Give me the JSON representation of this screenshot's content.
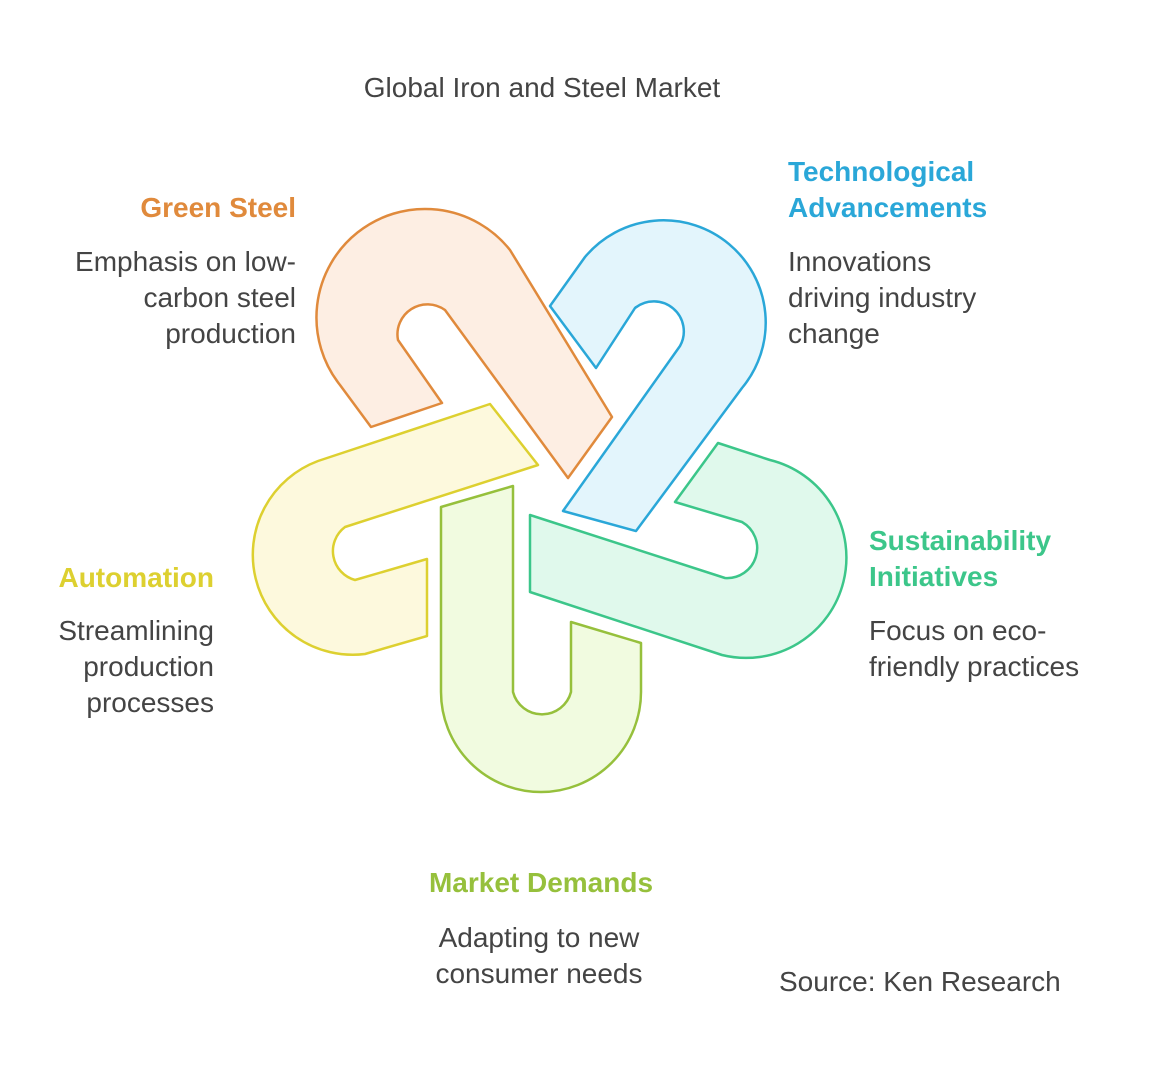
{
  "title": "Global Iron and Steel Market",
  "source": "Source: Ken Research",
  "nodes": {
    "green_steel": {
      "heading": [
        "Green Steel"
      ],
      "description": [
        "Emphasis on low-",
        "carbon steel",
        "production"
      ],
      "color": "#e08a3c",
      "fill": "#fdeee3"
    },
    "technological_advancements": {
      "heading": [
        "Technological",
        "Advancements"
      ],
      "description": [
        "Innovations",
        "driving industry",
        "change"
      ],
      "color": "#2aa7d8",
      "fill": "#e3f5fc"
    },
    "sustainability_initiatives": {
      "heading": [
        "Sustainability",
        "Initiatives"
      ],
      "description": [
        "Focus on eco-",
        "friendly practices"
      ],
      "color": "#3cc68a",
      "fill": "#e0f9ec"
    },
    "market_demands": {
      "heading": [
        "Market Demands"
      ],
      "description": [
        "Adapting to new",
        "consumer needs"
      ],
      "color": "#96c03c",
      "fill": "#f1fbe0"
    },
    "automation": {
      "heading": [
        "Automation"
      ],
      "description": [
        "Streamlining",
        "production",
        "processes"
      ],
      "color": "#ddd030",
      "fill": "#fdf9dd"
    }
  }
}
